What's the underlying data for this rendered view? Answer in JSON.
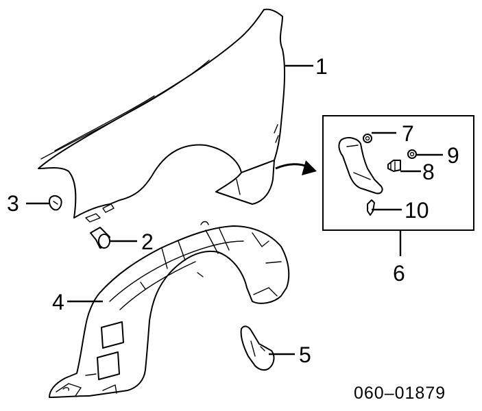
{
  "callouts": {
    "c1": "1",
    "c2": "2",
    "c3": "3",
    "c4": "4",
    "c5": "5",
    "c6": "6",
    "c7": "7",
    "c8": "8",
    "c9": "9",
    "c10": "10"
  },
  "diagram_code": "060–01879",
  "colors": {
    "line": "#000000",
    "background": "#ffffff"
  }
}
